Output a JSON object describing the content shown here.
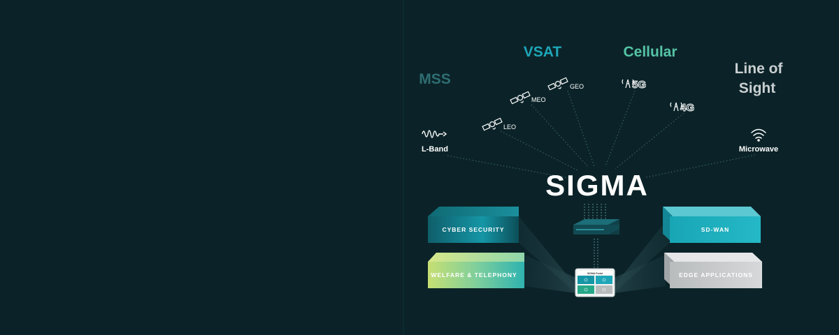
{
  "categories": {
    "mss": "MSS",
    "vsat": "VSAT",
    "cellular": "Cellular",
    "los_line1": "Line of",
    "los_line2": "Sight"
  },
  "links": {
    "lband": "L-Band",
    "leo": "LEO",
    "meo": "MEO",
    "geo": "GEO",
    "five_g": "5G",
    "four_g": "4G",
    "microwave": "Microwave"
  },
  "hub": {
    "title": "SIGMA"
  },
  "blocks": {
    "cyber_security": "CYBER SECURITY",
    "welfare": "WELFARE & TELEPHONY",
    "sd_wan": "SD-WAN",
    "edge_apps": "EDGE APPLICATIONS"
  },
  "portal": {
    "title": "SIGMA Portal"
  },
  "colors": {
    "background": "#0b2328",
    "mss": "#2e6e72",
    "vsat": "#1ea6b8",
    "cellular": "#55c3a5",
    "los": "#c9cfd1",
    "teal_block": "#1aa3b3",
    "welfare_green": "#b7d869",
    "edge_grey": "#c8c8c8"
  }
}
